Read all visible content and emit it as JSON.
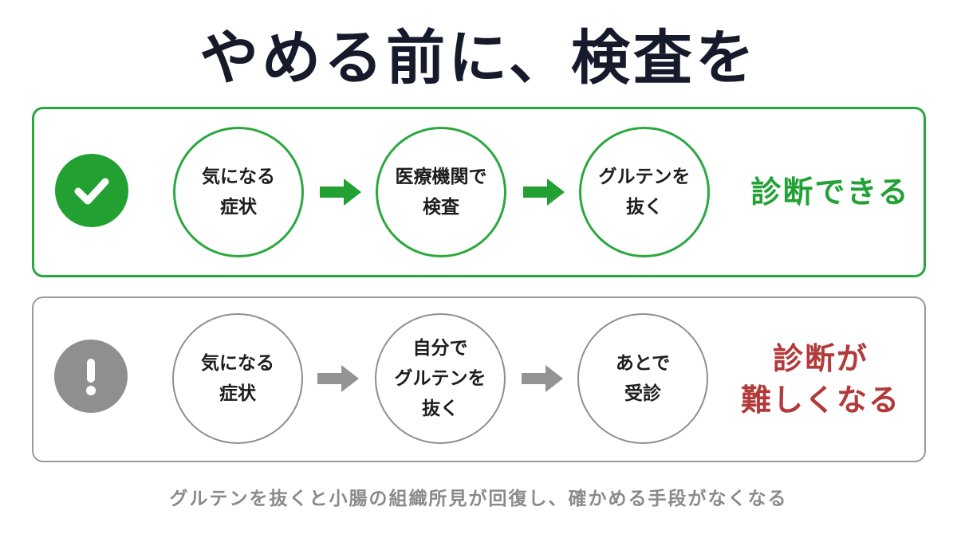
{
  "title": "やめる前に、検査を",
  "good_flow": {
    "steps": [
      {
        "line1": "気になる",
        "line2": "症状"
      },
      {
        "line1": "医療機関で",
        "line2": "検査"
      },
      {
        "line1": "グルテンを",
        "line2": "抜く"
      }
    ],
    "outcome": "診断できる",
    "color": "#2aa83e"
  },
  "bad_flow": {
    "steps": [
      {
        "line1": "気になる",
        "line2": "症状"
      },
      {
        "line1": "自分で",
        "line2": "グルテンを",
        "line3": "抜く"
      },
      {
        "line1": "あとで",
        "line2": "受診"
      }
    ],
    "outcome_line1": "診断が",
    "outcome_line2": "難しくなる",
    "color": "#8f8f8f",
    "outcome_color": "#b23a3a"
  },
  "footnote": "グルテンを抜くと小腸の組織所見が回復し、確かめる手段がなくなる",
  "icons": {
    "good": "check-icon",
    "bad": "exclamation-icon",
    "arrow": "arrow-right-icon"
  }
}
